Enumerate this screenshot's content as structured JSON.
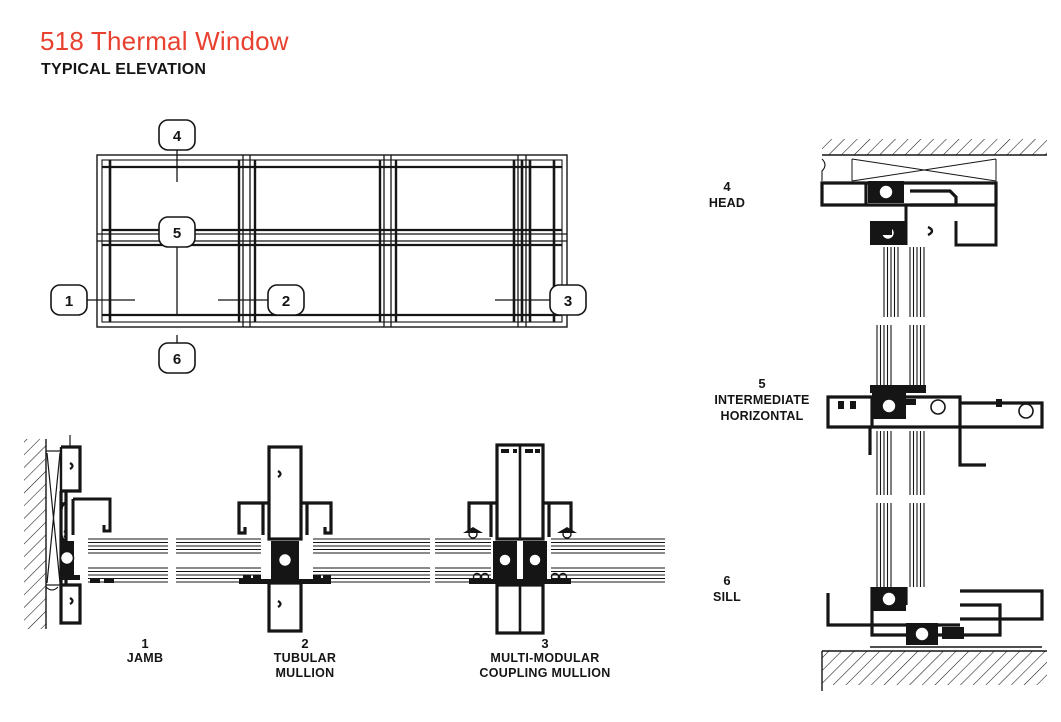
{
  "document": {
    "title": "518 Thermal Window",
    "subtitle": "TYPICAL ELEVATION",
    "title_color": "#E8412F",
    "line_color": "#151515",
    "background": "#FFFFFF"
  },
  "elevation": {
    "name": "typical-elevation",
    "bays": 3,
    "rows": 2,
    "callouts": [
      {
        "id": "1",
        "label": "1",
        "target": "jamb",
        "position": "left"
      },
      {
        "id": "2",
        "label": "2",
        "target": "tubular-mullion",
        "position": "middle"
      },
      {
        "id": "3",
        "label": "3",
        "target": "multi-modular-coupling-mullion",
        "position": "right"
      },
      {
        "id": "4",
        "label": "4",
        "target": "head",
        "position": "top"
      },
      {
        "id": "5",
        "label": "5",
        "target": "intermediate-horizontal",
        "position": "center"
      },
      {
        "id": "6",
        "label": "6",
        "target": "sill",
        "position": "bottom"
      }
    ]
  },
  "plan_sections": {
    "name": "horizontal-sections",
    "items": [
      {
        "number": "1",
        "line1": "JAMB",
        "line2": ""
      },
      {
        "number": "2",
        "line1": "TUBULAR",
        "line2": "MULLION"
      },
      {
        "number": "3",
        "line1": "MULTI-MODULAR",
        "line2": "COUPLING MULLION"
      }
    ]
  },
  "vertical_section": {
    "name": "vertical-section",
    "items": [
      {
        "number": "4",
        "line1": "HEAD",
        "line2": ""
      },
      {
        "number": "5",
        "line1": "INTERMEDIATE",
        "line2": "HORIZONTAL"
      },
      {
        "number": "6",
        "line1": "SILL",
        "line2": ""
      }
    ]
  }
}
